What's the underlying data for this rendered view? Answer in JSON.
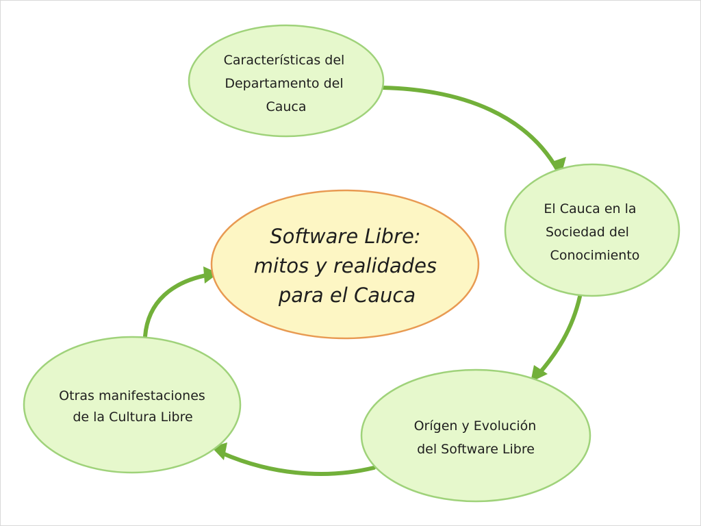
{
  "colors": {
    "node_fill": "#e6f8cc",
    "node_stroke": "#9fd27a",
    "center_fill": "#fdf6c4",
    "center_stroke": "#e89a52",
    "arrow": "#72b03a"
  },
  "center": {
    "lines": [
      "Software Libre:",
      "mitos y realidades",
      "para el Cauca"
    ]
  },
  "nodes": [
    {
      "id": "caracteristicas",
      "lines": [
        "Características del",
        "Departamento del",
        "Cauca"
      ]
    },
    {
      "id": "sociedad",
      "lines": [
        "El Cauca en la",
        "Sociedad del",
        "Conocimiento"
      ]
    },
    {
      "id": "origen",
      "lines": [
        "Orígen y Evolución",
        "del Software Libre"
      ]
    },
    {
      "id": "cultura",
      "lines": [
        "Otras manifestaciones",
        "de la Cultura Libre"
      ]
    }
  ],
  "edges": [
    {
      "from": "caracteristicas",
      "to": "sociedad"
    },
    {
      "from": "sociedad",
      "to": "origen"
    },
    {
      "from": "origen",
      "to": "cultura"
    },
    {
      "from": "cultura",
      "to": "center"
    }
  ]
}
